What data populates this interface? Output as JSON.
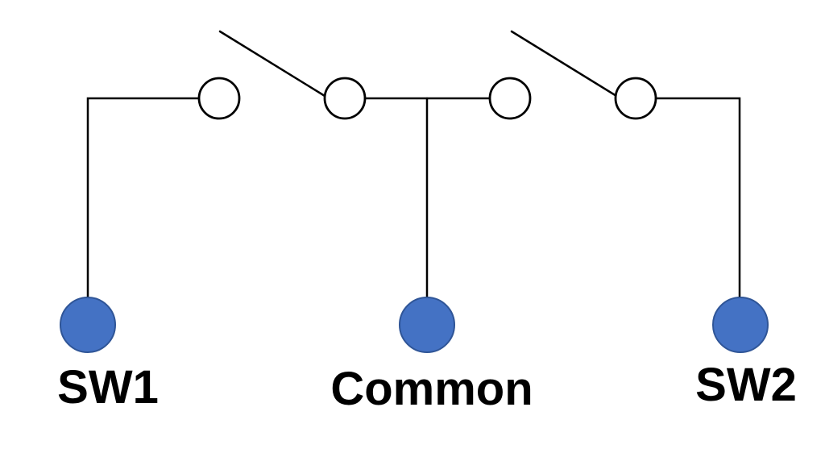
{
  "diagram": {
    "kind": "two-way-switch-circuit",
    "colors": {
      "background": "#FFFFFF",
      "wire": "#000000",
      "contact_fill": "#FFFFFF",
      "contact_stroke": "#000000",
      "terminal_fill": "#4472C4",
      "terminal_stroke": "#2F5597",
      "label_color": "#000000"
    },
    "switches": [
      {
        "name": "switch-1",
        "state": "open"
      },
      {
        "name": "switch-2",
        "state": "open"
      }
    ],
    "terminals": {
      "sw1": {
        "label": "SW1"
      },
      "common": {
        "label": "Common"
      },
      "sw2": {
        "label": "SW2"
      }
    }
  }
}
